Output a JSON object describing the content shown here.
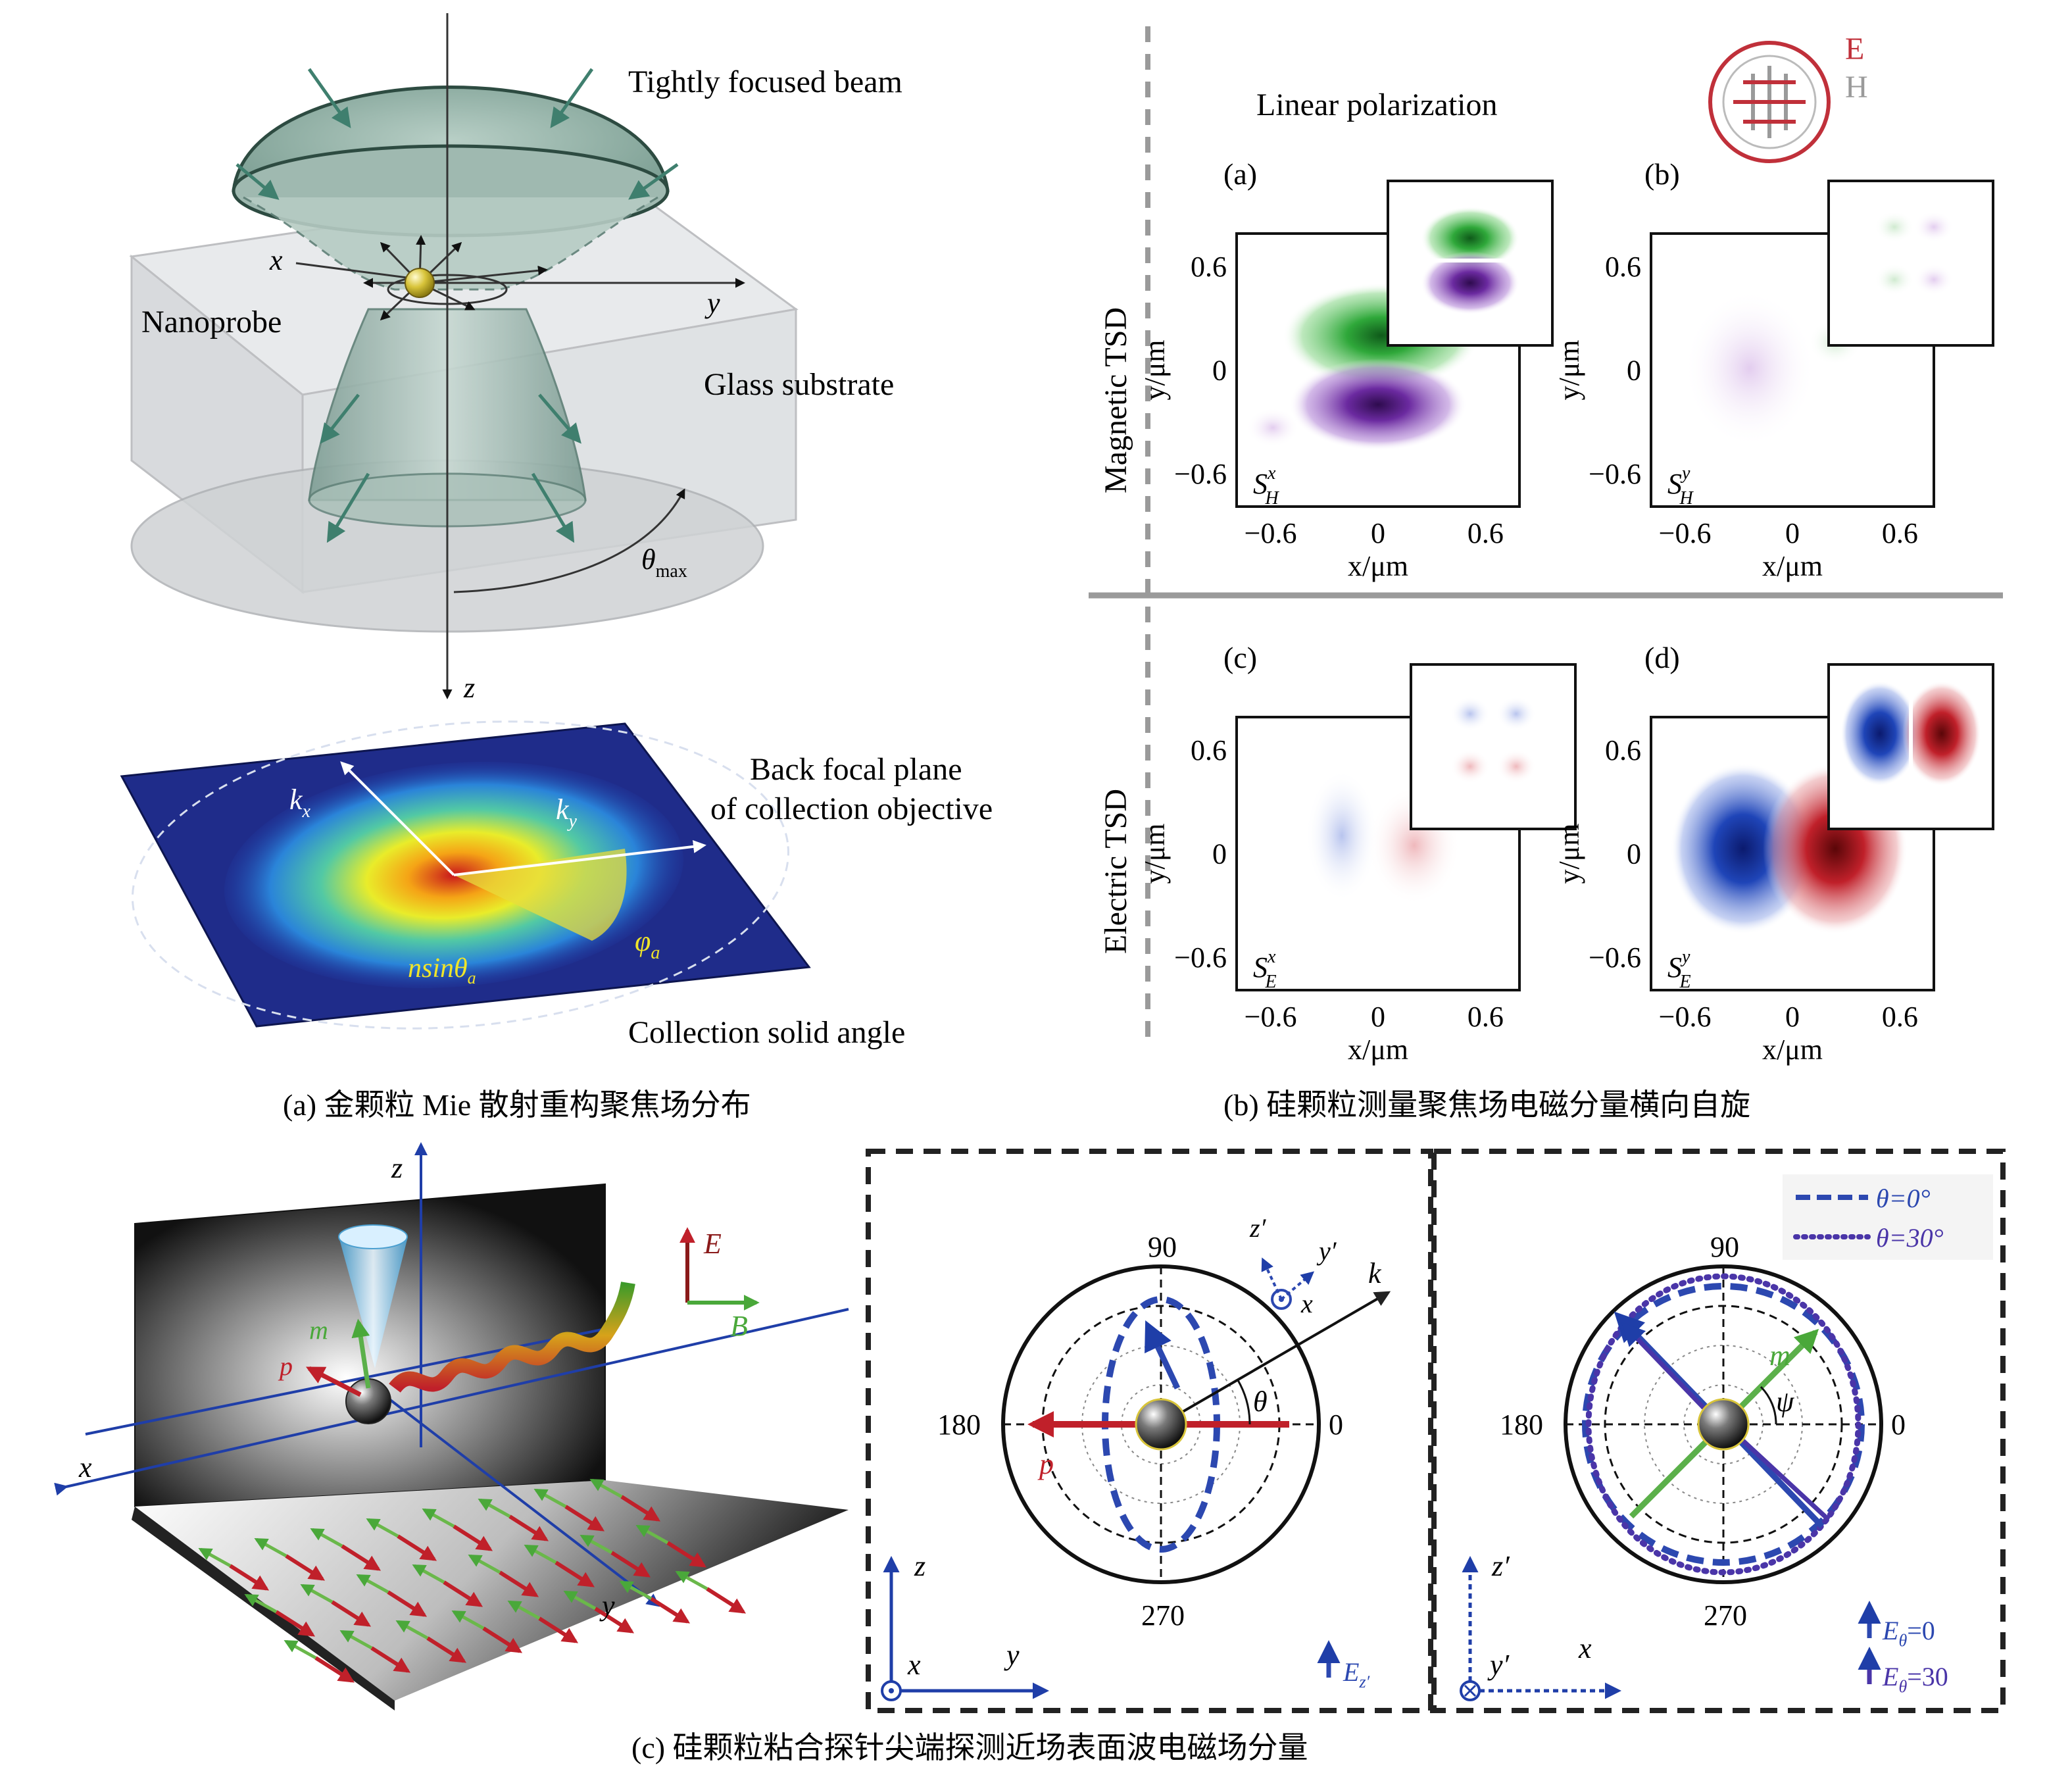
{
  "panel_a": {
    "beam_label": "Tightly focused beam",
    "nanoprobe_label": "Nanoprobe",
    "substrate_label": "Glass substrate",
    "bfp_label_1": "Back focal plane",
    "bfp_label_2": "of collection objective",
    "solid_angle_label": "Collection solid angle",
    "axis_x": "x",
    "axis_y": "y",
    "axis_z": "z",
    "theta": "θ",
    "theta_sub": "max",
    "kx": "k",
    "kx_sub": "x",
    "ky": "k",
    "ky_sub": "y",
    "nsin": "nsinθ",
    "nsin_sub": "a",
    "phi": "φ",
    "phi_sub": "a",
    "caption": "(a) 金颗粒 Mie 散射重构聚焦场分布"
  },
  "panel_b": {
    "title": "Linear polarization",
    "legend_e": "E",
    "legend_h": "H",
    "legend_e_color": "#c0303a",
    "legend_h_color": "#9a9a9a",
    "row_magnetic": "Magnetic TSD",
    "row_electric": "Electric TSD",
    "subplots": [
      {
        "tag": "(a)",
        "sym": "S",
        "sup": "x",
        "sub": "H"
      },
      {
        "tag": "(b)",
        "sym": "S",
        "sup": "y",
        "sub": "H"
      },
      {
        "tag": "(c)",
        "sym": "S",
        "sup": "x",
        "sub": "E"
      },
      {
        "tag": "(d)",
        "sym": "S",
        "sup": "y",
        "sub": "E"
      }
    ],
    "ticks": [
      "−0.6",
      "0",
      "0.6"
    ],
    "xlabel": "x/μm",
    "ylabel": "y/μm",
    "caption": "(b) 硅颗粒测量聚焦场电磁分量横向自旋"
  },
  "panel_c": {
    "axis_x": "x",
    "axis_y": "y",
    "axis_z": "z",
    "m": "m",
    "p": "p",
    "E": "E",
    "B": "B",
    "polar1": {
      "ticks": [
        "90",
        "180",
        "0",
        "270"
      ],
      "k": "k",
      "theta": "θ",
      "p": "p",
      "frame_z": "z′",
      "frame_y": "y′",
      "frame_x": "x",
      "axis_z": "z",
      "axis_y": "y",
      "axis_x": "x",
      "legend": "E",
      "legend_sub": "z′"
    },
    "polar2": {
      "ticks": [
        "90",
        "180",
        "0",
        "270"
      ],
      "m": "m",
      "psi": "ψ",
      "legend_dash": "θ=0°",
      "legend_dot": "θ=30°",
      "axis_z": "z′",
      "axis_y": "y′",
      "axis_x": "x",
      "eq1": "E",
      "eq1_sub": "θ",
      "eq1_val": "=0",
      "eq2": "E",
      "eq2_sub": "θ",
      "eq2_val": "=30"
    },
    "caption": "(c) 硅颗粒粘合探针尖端探测近场表面波电磁场分量"
  },
  "colors": {
    "green": "#2f9a3c",
    "purple": "#6a2a9a",
    "blue": "#1f3ea8",
    "red": "#c0202a",
    "dashblue": "#2c48b0",
    "teal": "#3f7f6e"
  }
}
